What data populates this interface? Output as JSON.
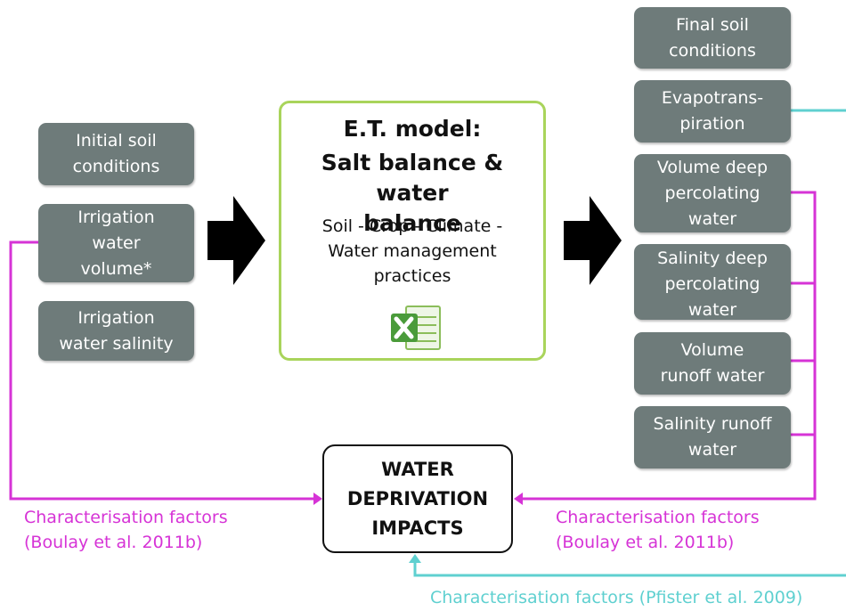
{
  "inputs": [
    {
      "label": "Initial soil\nconditions"
    },
    {
      "label": "Irrigation\nwater\nvolume*"
    },
    {
      "label": "Irrigation\nwater salinity"
    }
  ],
  "model": {
    "title_line1": "E.T. model:",
    "title_line2": "Salt balance & water\nbalance",
    "subtitle": "Soil - Crop - Climate -\nWater management\npractices",
    "icon": "excel-icon"
  },
  "outputs": [
    {
      "label": "Final soil\nconditions"
    },
    {
      "label": "Evapotrans-\npiration"
    },
    {
      "label": "Volume deep\npercolating\nwater"
    },
    {
      "label": "Salinity deep\npercolating\nwater"
    },
    {
      "label": "Volume\nrunoff water"
    },
    {
      "label": "Salinity runoff\nwater"
    }
  ],
  "impacts": {
    "label": "WATER\nDEPRIVATION\nIMPACTS"
  },
  "cf_left": {
    "line1": "Characterisation factors",
    "line2": "(Boulay et al. 2011b)"
  },
  "cf_right": {
    "line1": "Characterisation factors",
    "line2": "(Boulay et al. 2011b)"
  },
  "cf_bottom": {
    "label": "Characterisation factors (Pfister et al. 2009)"
  },
  "colors": {
    "box": "#6e7b7a",
    "magenta": "#d633d6",
    "cyan": "#5fd0d0",
    "model_border": "#a9d45b"
  }
}
